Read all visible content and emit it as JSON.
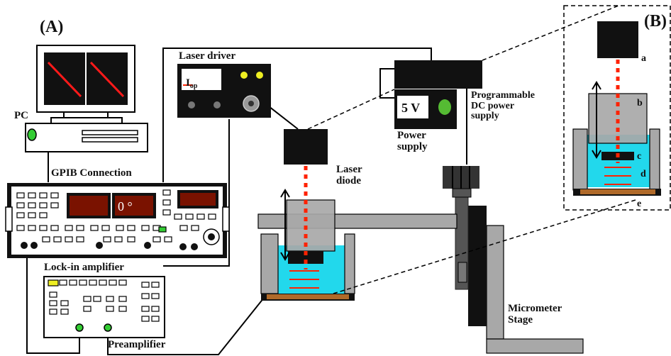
{
  "panels": {
    "a": "(A)",
    "b": "(B)"
  },
  "labels": {
    "pc": "PC",
    "gpib": "GPIB Connection",
    "lockin": "Lock-in amplifier",
    "preamp": "Preamplifier",
    "laser_driver": "Laser driver",
    "iop": "I",
    "iop_sub": "op",
    "laser_diode": "Laser\ndiode",
    "power_supply": "Power\nsupply",
    "five_v": "5 V",
    "prog_dc": "Programmable\nDC power\nsupply",
    "micrometer": "Micrometer\nStage",
    "phase": "0 °"
  },
  "inset_letters": [
    "a",
    "b",
    "c",
    "d",
    "e"
  ],
  "colors": {
    "laser": "#ff2200",
    "liquid": "#22d8ec",
    "plate": "#b06a2a",
    "display": "#7a1200",
    "led_green": "#33cc33",
    "led_yellow": "#eeee22",
    "gray": "#a8a8a8",
    "dark": "#0a0a0a"
  }
}
